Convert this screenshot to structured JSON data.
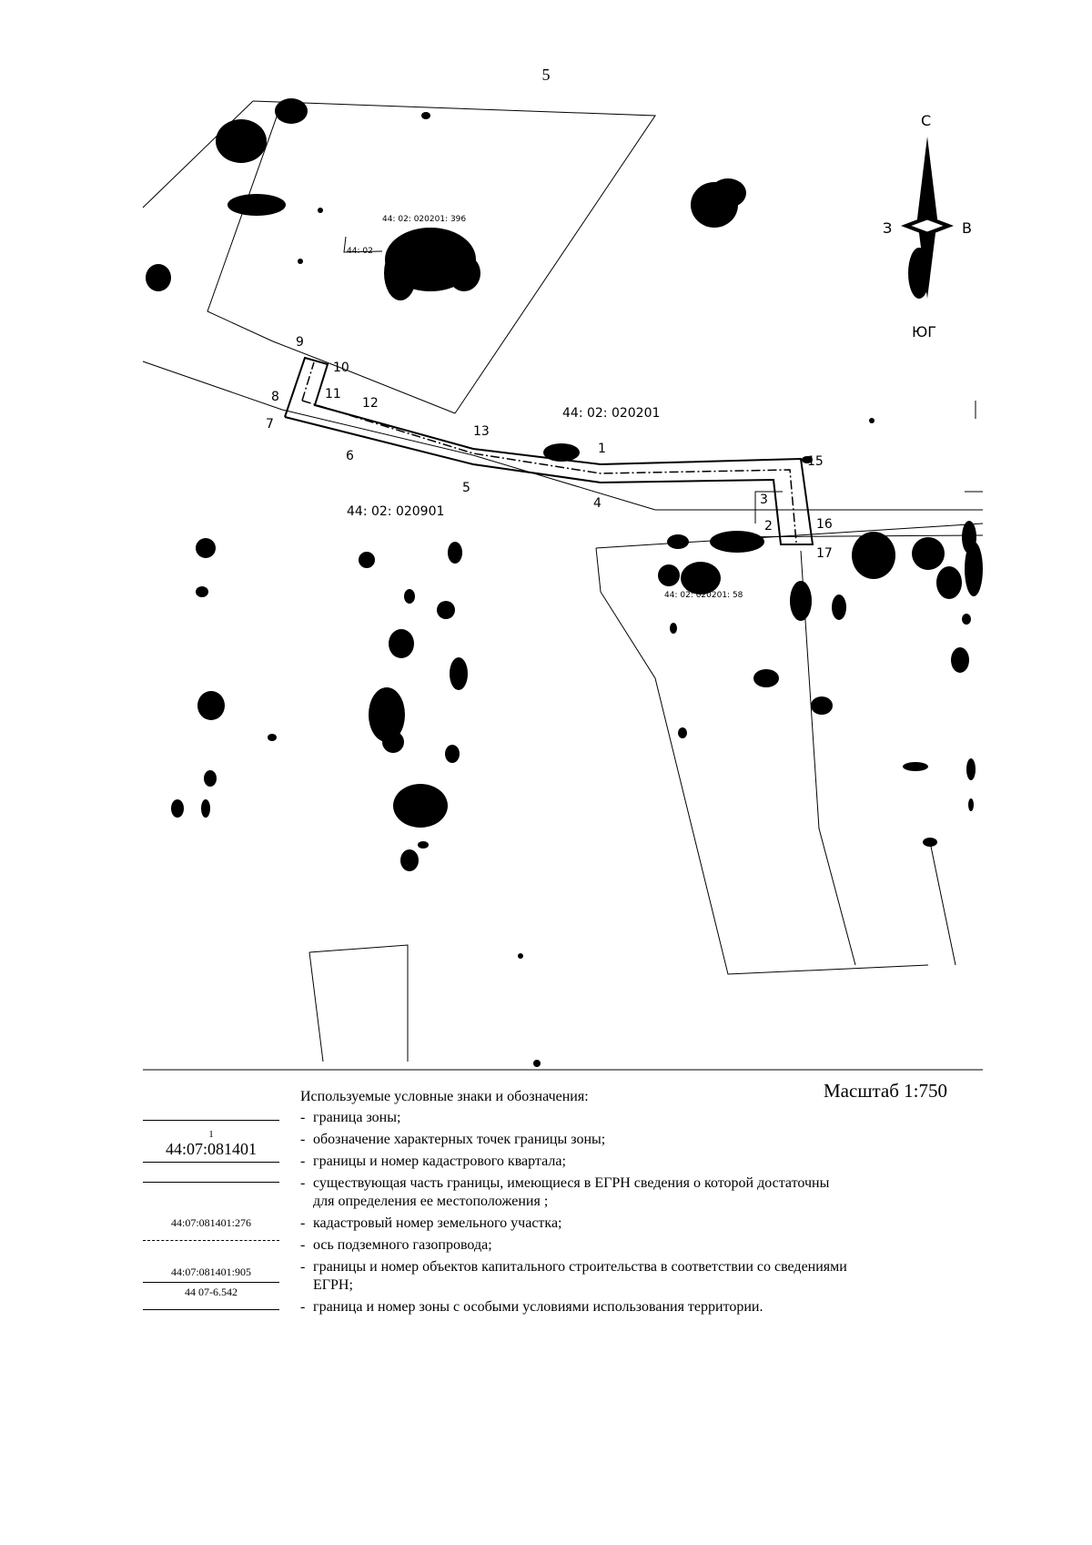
{
  "page_number": "5",
  "map": {
    "compass": {
      "north": "С",
      "south": "ЮГ",
      "west": "З",
      "east": "В"
    },
    "cadastral_quarters": [
      "44: 02: 020201",
      "44: 02: 020901"
    ],
    "parcels": [
      "44: 02: 020201: 396",
      "44: 02",
      "44: 02: 020201: 58"
    ],
    "points": [
      "1",
      "2",
      "3",
      "4",
      "5",
      "6",
      "7",
      "8",
      "9",
      "10",
      "11",
      "12",
      "13",
      "15",
      "16",
      "17"
    ]
  },
  "scale": "Масштаб 1:750",
  "legend": {
    "title": "Используемые условные знаки и обозначения:",
    "samples": {
      "point_number": "1",
      "quarter_number": "44:07:081401",
      "parcel_number": "44:07:081401:276",
      "building_number": "44:07:081401:905",
      "zone_number": "44 07-6.542"
    },
    "items": [
      "граница зоны;",
      "обозначение характерных точек границы зоны;",
      "границы и номер кадастрового квартала;",
      "существующая часть границы, имеющиеся в ЕГРН сведения о которой достаточны",
      "для определения ее местоположения ;",
      "кадастровый номер земельного участка;",
      "ось подземного газопровода;",
      "границы и номер объектов капитального строительства в соответствии со сведениями",
      "ЕГРН;",
      "граница и номер зоны с особыми условиями использования территории."
    ]
  }
}
